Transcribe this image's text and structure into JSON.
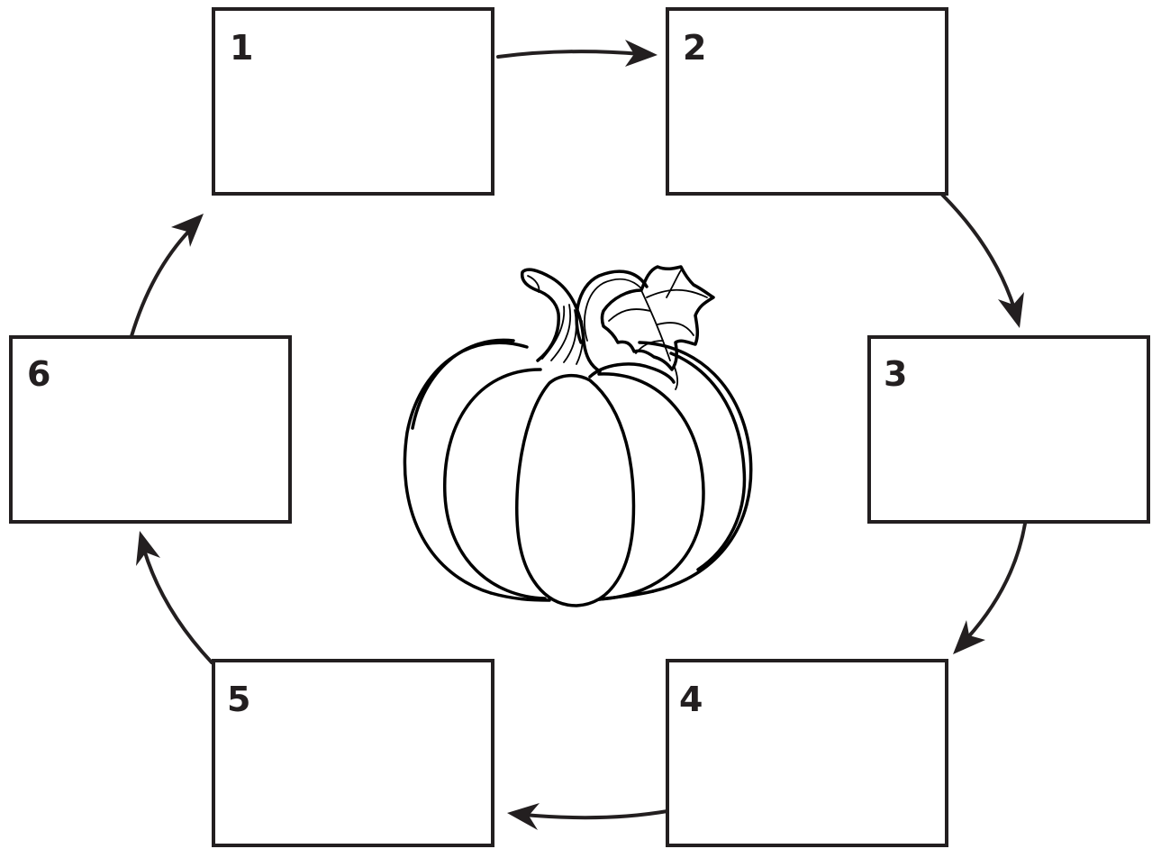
{
  "diagram": {
    "steps": [
      {
        "number": "1"
      },
      {
        "number": "2"
      },
      {
        "number": "3"
      },
      {
        "number": "4"
      },
      {
        "number": "5"
      },
      {
        "number": "6"
      }
    ],
    "center_image": "pumpkin-illustration",
    "stroke_color": "#231f20",
    "background_color": "#ffffff"
  }
}
